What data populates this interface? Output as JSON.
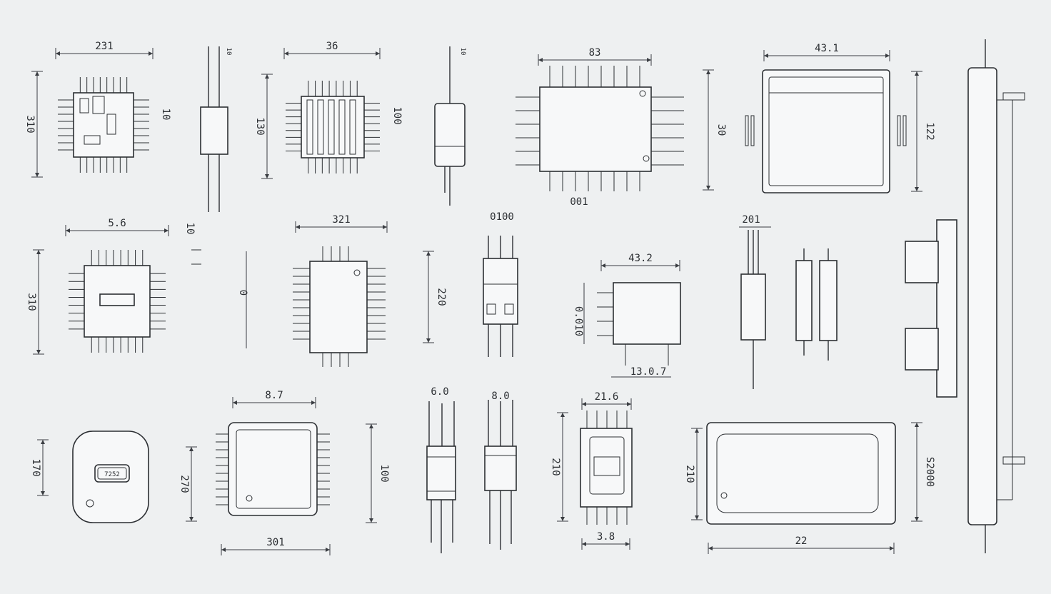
{
  "drawing": {
    "background": "#eef0f1",
    "line_color": "#2c2f33",
    "components": [
      {
        "name": "qfp-chip-1",
        "width_label": "231",
        "height_label": "310",
        "side_label": "10"
      },
      {
        "name": "axial-resistor-1",
        "side_label": "10"
      },
      {
        "name": "qfp-chip-2",
        "width_label": "36",
        "height_label": "130",
        "side_label": "100"
      },
      {
        "name": "axial-resistor-2",
        "side_label": "10"
      },
      {
        "name": "dip-chip-large",
        "width_label": "83",
        "height_label": "30",
        "bottom_label": "001"
      },
      {
        "name": "lcd-display-module",
        "width_label": "43.1",
        "height_label": "122"
      },
      {
        "name": "qfp-chip-3",
        "width_label": "5.6",
        "height_label": "310",
        "side_label": "10"
      },
      {
        "name": "qfp-chip-4",
        "width_label": "321",
        "height_label": "220",
        "side_label": "0"
      },
      {
        "name": "to220-package",
        "width_label": "0100"
      },
      {
        "name": "relay-module",
        "width_label": "43.2",
        "height_label": "0.010",
        "bottom_label": "13.0.7"
      },
      {
        "name": "axial-fuse",
        "width_label": "201"
      },
      {
        "name": "round-sensor",
        "height_label": "170",
        "chip_label": "7252"
      },
      {
        "name": "plcc-chip",
        "width_label": "8.7",
        "height_label": "270",
        "right_label": "100",
        "bottom_label": "301"
      },
      {
        "name": "axial-component-a",
        "width_label": "6.0"
      },
      {
        "name": "axial-component-b",
        "width_label": "8.0"
      },
      {
        "name": "soic-chip",
        "width_label": "21.6",
        "height_label": "210",
        "bottom_label": "3.8"
      },
      {
        "name": "rounded-panel",
        "height_label": "210",
        "side_label": "S2000",
        "bottom_label": "22"
      }
    ]
  }
}
